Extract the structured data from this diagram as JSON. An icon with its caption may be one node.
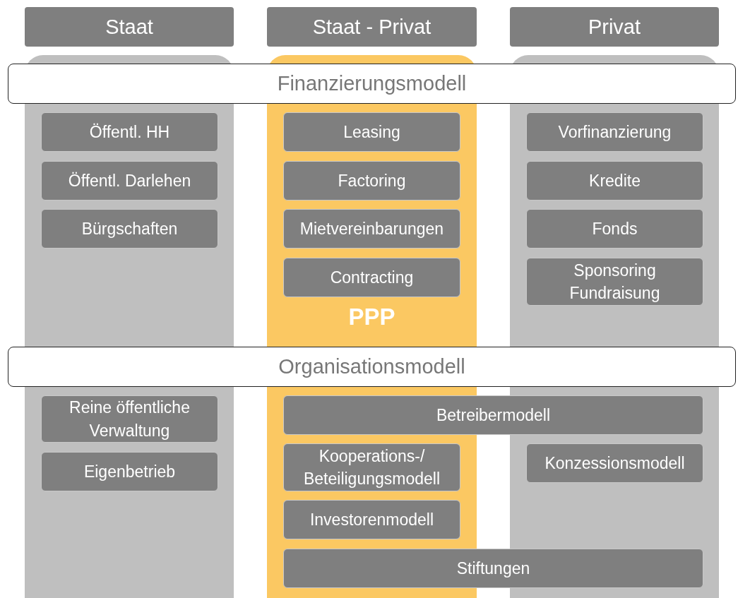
{
  "diagram": {
    "nodes": [
      {
        "text": [
          "Staat"
        ]
      },
      {
        "text": [
          "Staat - Privat"
        ]
      },
      {
        "text": [
          "Privat"
        ]
      },
      {
        "text": [],
        "shape": "box"
      },
      {
        "text": [
          "PPP"
        ]
      },
      {
        "text": [],
        "shape": "box"
      },
      {
        "text": [
          "Finanzierungsmodell"
        ]
      },
      {
        "text": [
          "Öffentl. HH"
        ],
        "in": 3
      },
      {
        "text": [
          "Öffentl. Darlehen"
        ],
        "in": 3
      },
      {
        "text": [
          "Bürgschaften"
        ],
        "in": 3
      },
      {
        "text": [
          "Leasing"
        ],
        "in": 4
      },
      {
        "text": [
          "Factoring"
        ],
        "in": 4
      },
      {
        "text": [
          "Mietvereinbarungen"
        ],
        "in": 4
      },
      {
        "text": [
          "Contracting"
        ],
        "in": 4
      },
      {
        "text": [
          "Vorfinanzierung"
        ],
        "in": 5
      },
      {
        "text": [
          "Kredite"
        ],
        "in": 5
      },
      {
        "text": [
          "Fonds"
        ],
        "in": 5
      },
      {
        "text": [
          "Sponsoring Fundraisung"
        ],
        "in": 5
      },
      {
        "text": [
          "Organisationsmodell"
        ]
      },
      {
        "text": [
          "Reine öffentliche Verwaltung"
        ],
        "in": 3
      },
      {
        "text": [
          "Eigenbetrieb"
        ],
        "in": 3
      },
      {
        "text": [
          "Betreibermodell"
        ]
      },
      {
        "text": [
          "Kooperations-/ Beteiligungsmodell"
        ],
        "in": 4
      },
      {
        "text": [
          "Konzessionsmodell"
        ],
        "in": 5
      },
      {
        "text": [
          "Investorenmodell"
        ],
        "in": 4
      },
      {
        "text": [
          "Stiftungen"
        ]
      }
    ]
  }
}
